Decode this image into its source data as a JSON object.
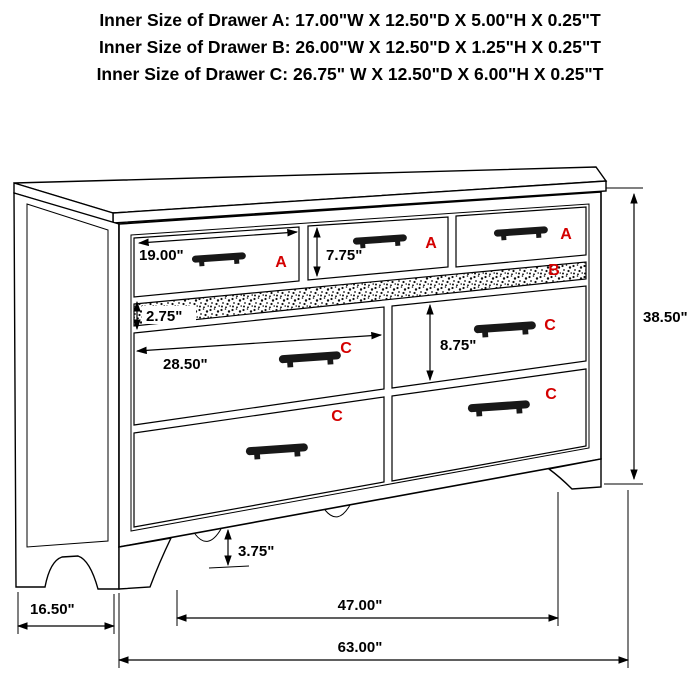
{
  "header": {
    "lines": [
      "Inner Size of Drawer A: 17.00\"W X 12.50\"D X 5.00\"H X 0.25\"T",
      "Inner Size of Drawer B: 26.00\"W X 12.50\"D X 1.25\"H X 0.25\"T",
      "Inner Size of Drawer C: 26.75\" W X 12.50\"D X 6.00\"H X 0.25\"T"
    ]
  },
  "diagram": {
    "label_color": "#d40000",
    "line_color": "#000000",
    "background_color": "#ffffff",
    "drawer_labels": {
      "a1": "A",
      "a2": "A",
      "a3": "A",
      "b": "B",
      "c1_left": "C",
      "c1_right": "C",
      "c2_left": "C",
      "c2_right": "C"
    },
    "dimensions": {
      "drawer_a_width": "19.00\"",
      "drawer_a_height": "7.75\"",
      "drawer_b_height": "2.75\"",
      "drawer_c_width": "28.50\"",
      "drawer_c_height": "8.75\"",
      "overall_height": "38.50\"",
      "foot_height": "3.75\"",
      "depth": "16.50\"",
      "leg_span": "47.00\"",
      "overall_width": "63.00\""
    }
  }
}
